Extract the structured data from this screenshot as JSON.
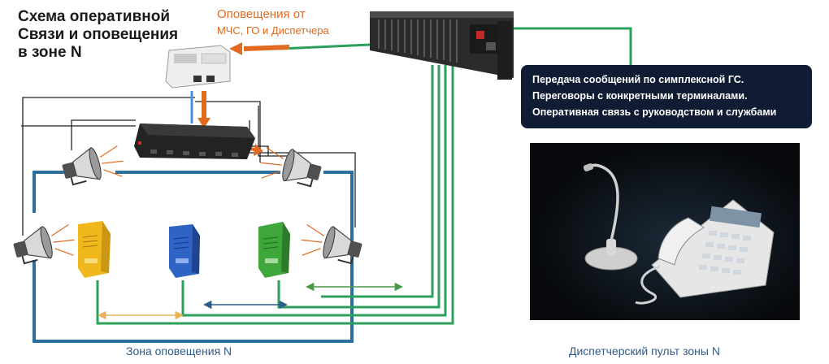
{
  "title": {
    "line1": "Схема оперативной",
    "line2": "Связи и оповещения",
    "line3": "в зоне N"
  },
  "alert_source": {
    "line1": "Оповещения от",
    "line2": "МЧС, ГО и Диспетчера"
  },
  "info_box": {
    "lines": [
      "Передача сообщений по симплексной ГС.",
      "Переговоры с конкретными терминалами.",
      "Оперативная связь с руководством и службами"
    ]
  },
  "captions": {
    "zone": "Зона оповещения N",
    "dispatcher": "Диспетчерский пульт зоны N"
  },
  "colors": {
    "accent_orange": "#e06a1f",
    "line_green": "#2aa05a",
    "zone_blue": "#2e6e9c",
    "info_bg": "#0f1c33",
    "terminal_yellow": "#f0b81c",
    "terminal_blue": "#2f63c4",
    "terminal_green": "#3fa63c"
  },
  "icons": [
    "interface-module-icon",
    "rack-server-icon",
    "amplifier-switch-icon",
    "horn-speaker-icon",
    "intercom-terminal-icon",
    "desk-microphone-icon",
    "dispatcher-phone-icon"
  ]
}
